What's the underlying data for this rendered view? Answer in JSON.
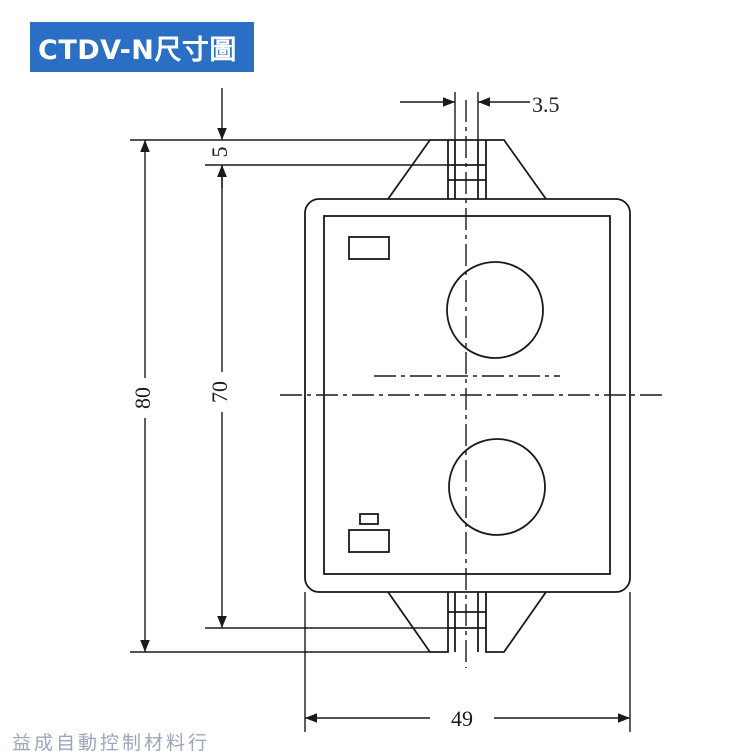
{
  "header": {
    "title": "CTDV-N尺寸圖",
    "title_bg": "#2a6fc4",
    "title_color": "#ffffff"
  },
  "drawing": {
    "line_color": "#1a1a1a",
    "dimensions": {
      "overall_height": "80",
      "inner_height": "70",
      "top_offset": "5",
      "slot_width": "3.5",
      "overall_width": "49"
    }
  },
  "footer": {
    "company": "益成自動控制材料行",
    "color": "#9aa6ba"
  }
}
